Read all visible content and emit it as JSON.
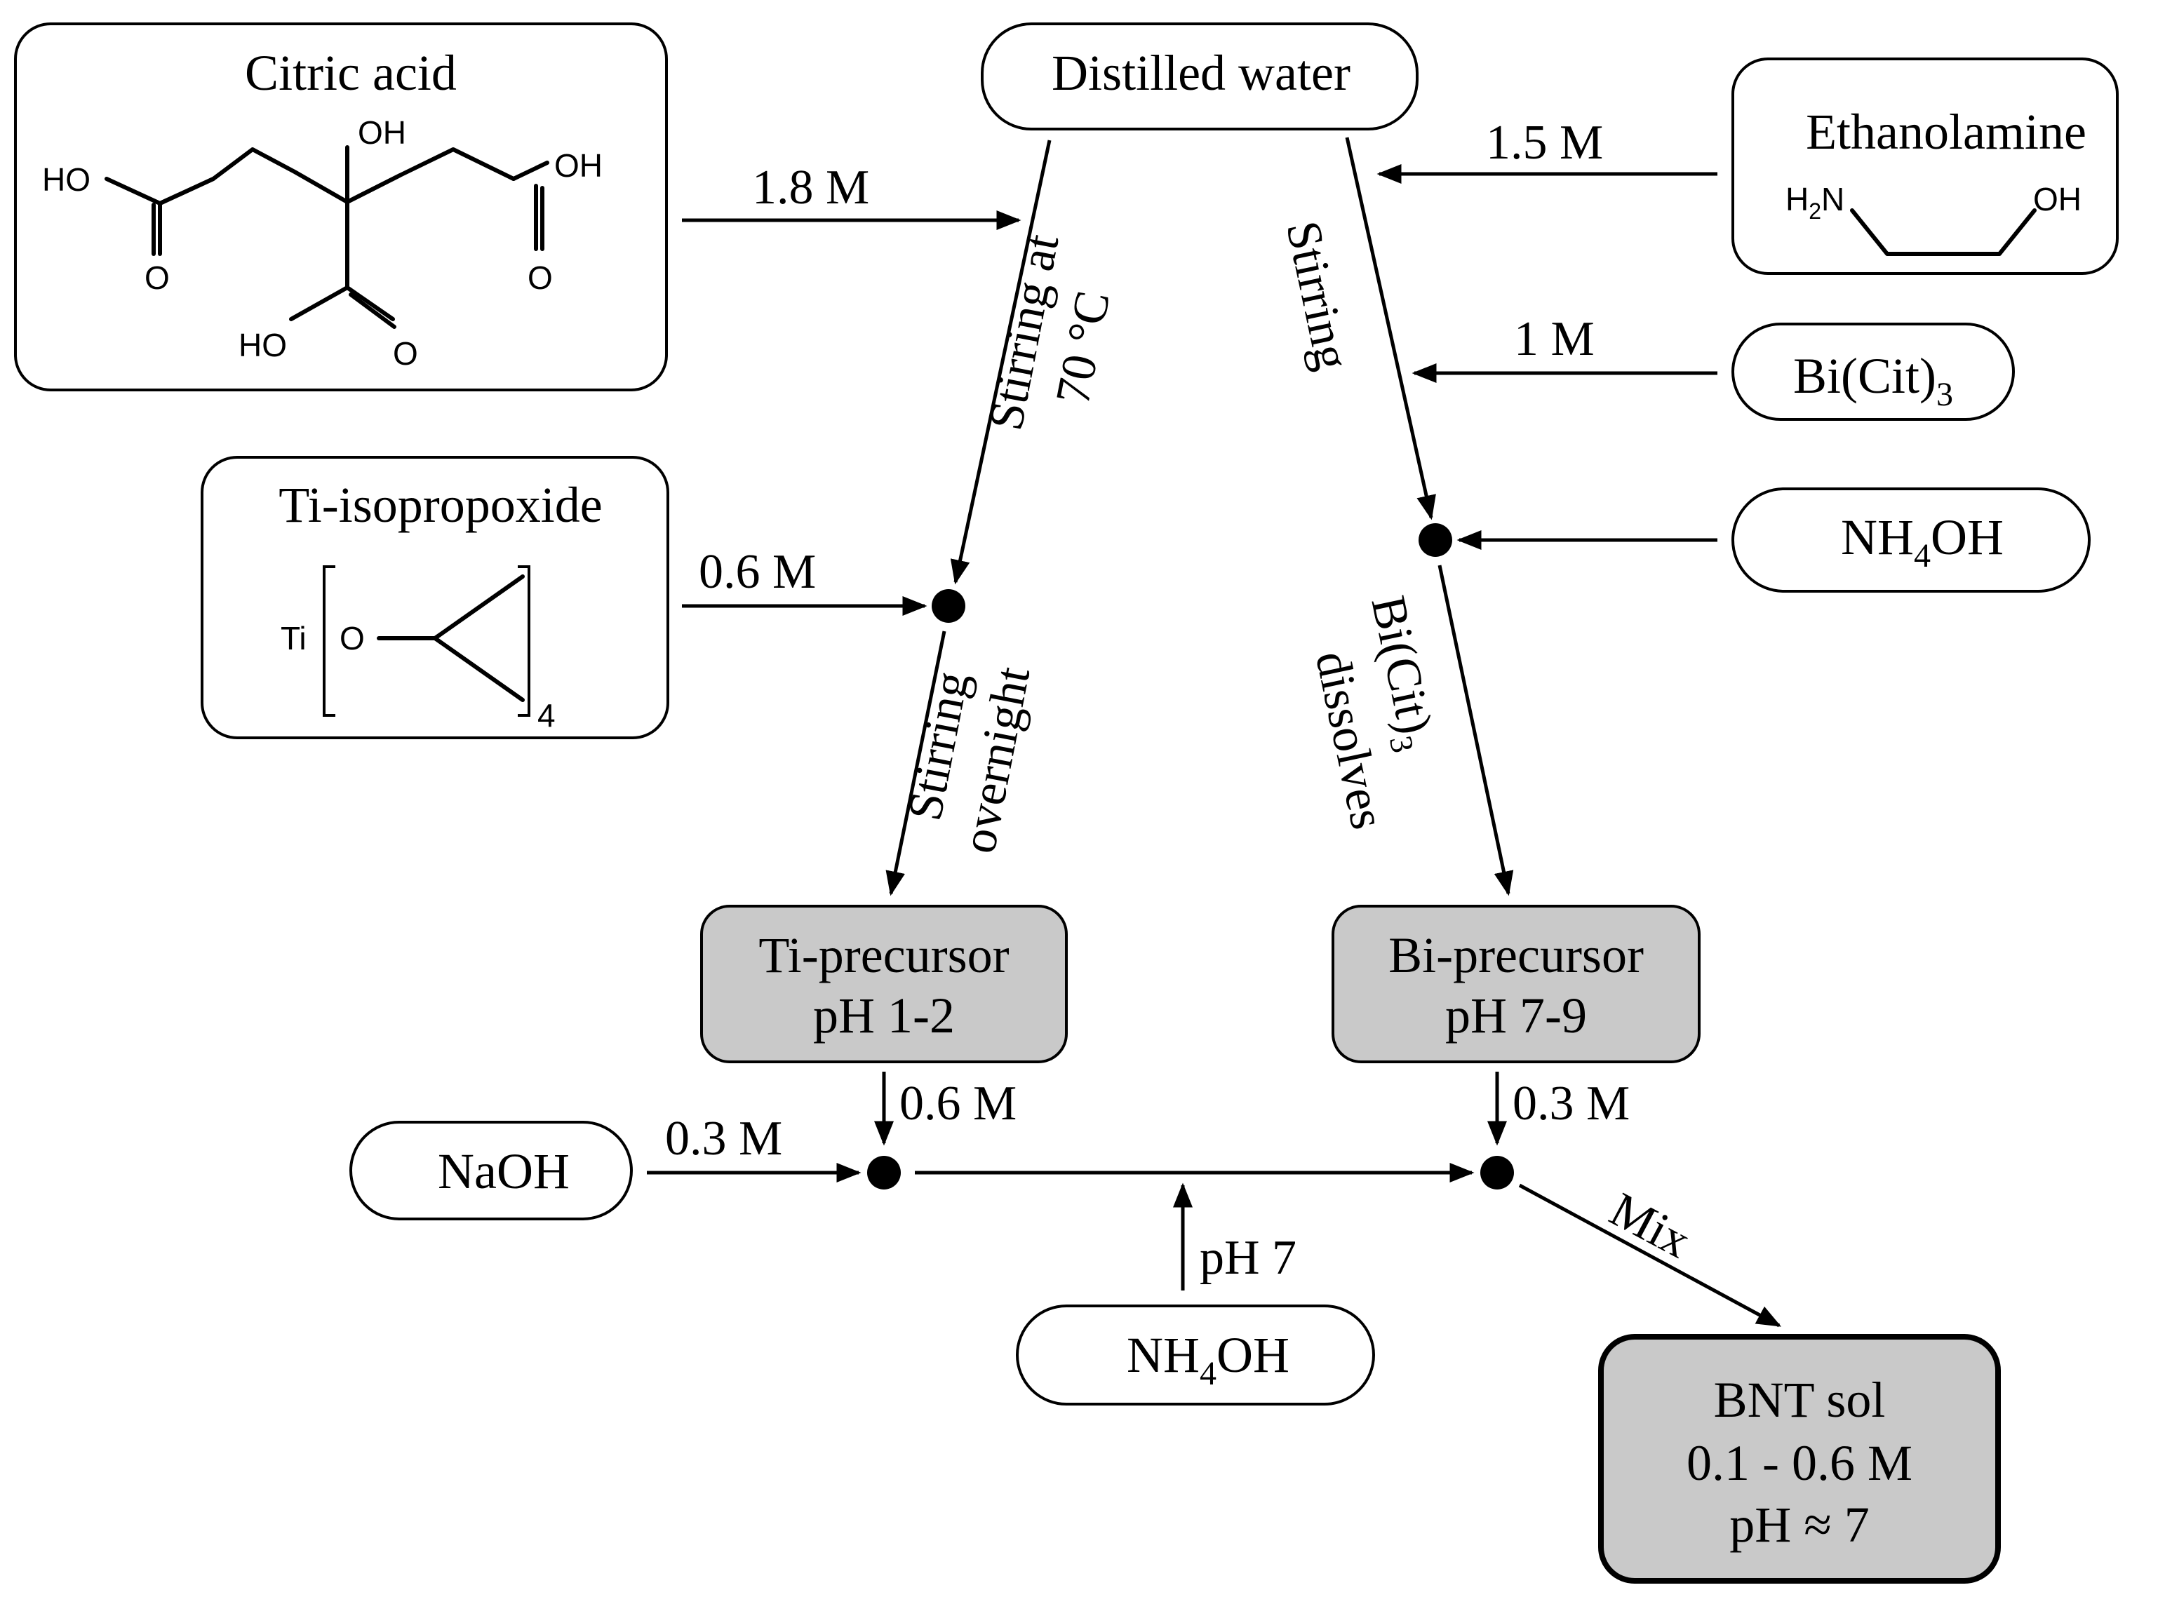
{
  "boxes": {
    "citric_acid": "Citric acid",
    "distilled_water": "Distilled water",
    "ethanolamine": "Ethanolamine",
    "bi_cit": "Bi(Cit)",
    "bi_cit_sub": "3",
    "nh4oh_top_a": "NH",
    "nh4oh_top_sub": "4",
    "nh4oh_top_b": "OH",
    "ti_isopropoxide": "Ti-isopropoxide",
    "ti_precursor_line1": "Ti-precursor",
    "ti_precursor_line2": "pH 1-2",
    "bi_precursor_line1": "Bi-precursor",
    "bi_precursor_line2": "pH 7-9",
    "naoh": "NaOH",
    "nh4oh_bottom_a": "NH",
    "nh4oh_bottom_sub": "4",
    "nh4oh_bottom_b": "OH",
    "bnt_line1": "BNT sol",
    "bnt_line2": "0.1 - 0.6 M",
    "bnt_line3": "pH ≈ 7"
  },
  "labels": {
    "citric_conc": "1.8 M",
    "ethanolamine_conc": "1.5 M",
    "bicit_conc": "1 M",
    "ti_iso_conc": "0.6 M",
    "ti_prec_conc": "0.6 M",
    "bi_prec_conc": "0.3 M",
    "naoh_conc": "0.3 M",
    "ph7": "pH 7",
    "mix": "Mix",
    "stirring_70_line1": "Stirring at",
    "stirring_70_line2": "70 °C",
    "stirring": "Stirring",
    "stirring_overnight_line1": "Stirring",
    "stirring_overnight_line2": "overnight",
    "bicit_dissolves_line1a": "Bi(Cit)",
    "bicit_dissolves_line1sub": "3",
    "bicit_dissolves_line2": "dissolves"
  },
  "chemistry": {
    "citric_ho_left": "HO",
    "citric_oh_top": "OH",
    "citric_oh_right": "OH",
    "citric_o_left": "O",
    "citric_o_right": "O",
    "citric_ho_bottom": "HO",
    "citric_o_bottom": "O",
    "ethanolamine_h": "H",
    "ethanolamine_h_sub": "2",
    "ethanolamine_n": "N",
    "ethanolamine_oh": "OH",
    "ti_symbol": "Ti",
    "ti_o": "O",
    "ti_subscript": "4"
  }
}
